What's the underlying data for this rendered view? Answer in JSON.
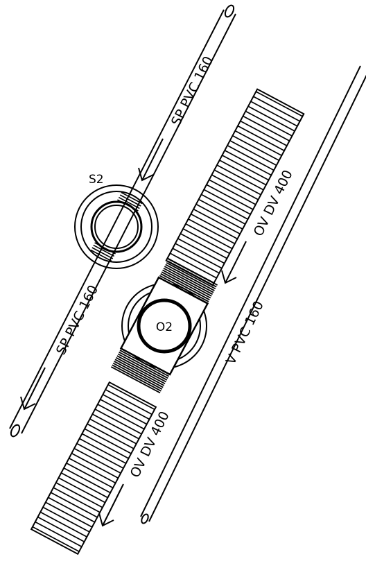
{
  "colors": {
    "ink": "#000000",
    "paper": "#ffffff"
  },
  "pipes": {
    "sp_upper": {
      "label": "SP PVC 160"
    },
    "sp_lower": {
      "label": "SP PVC 160"
    },
    "ov_upper": {
      "label": "OV DV 400"
    },
    "ov_lower": {
      "label": "OV DV 400"
    },
    "v_right": {
      "label": "V PVC 160"
    }
  },
  "nodes": {
    "s2": {
      "label": "S2"
    },
    "o2": {
      "label": "O2"
    }
  }
}
